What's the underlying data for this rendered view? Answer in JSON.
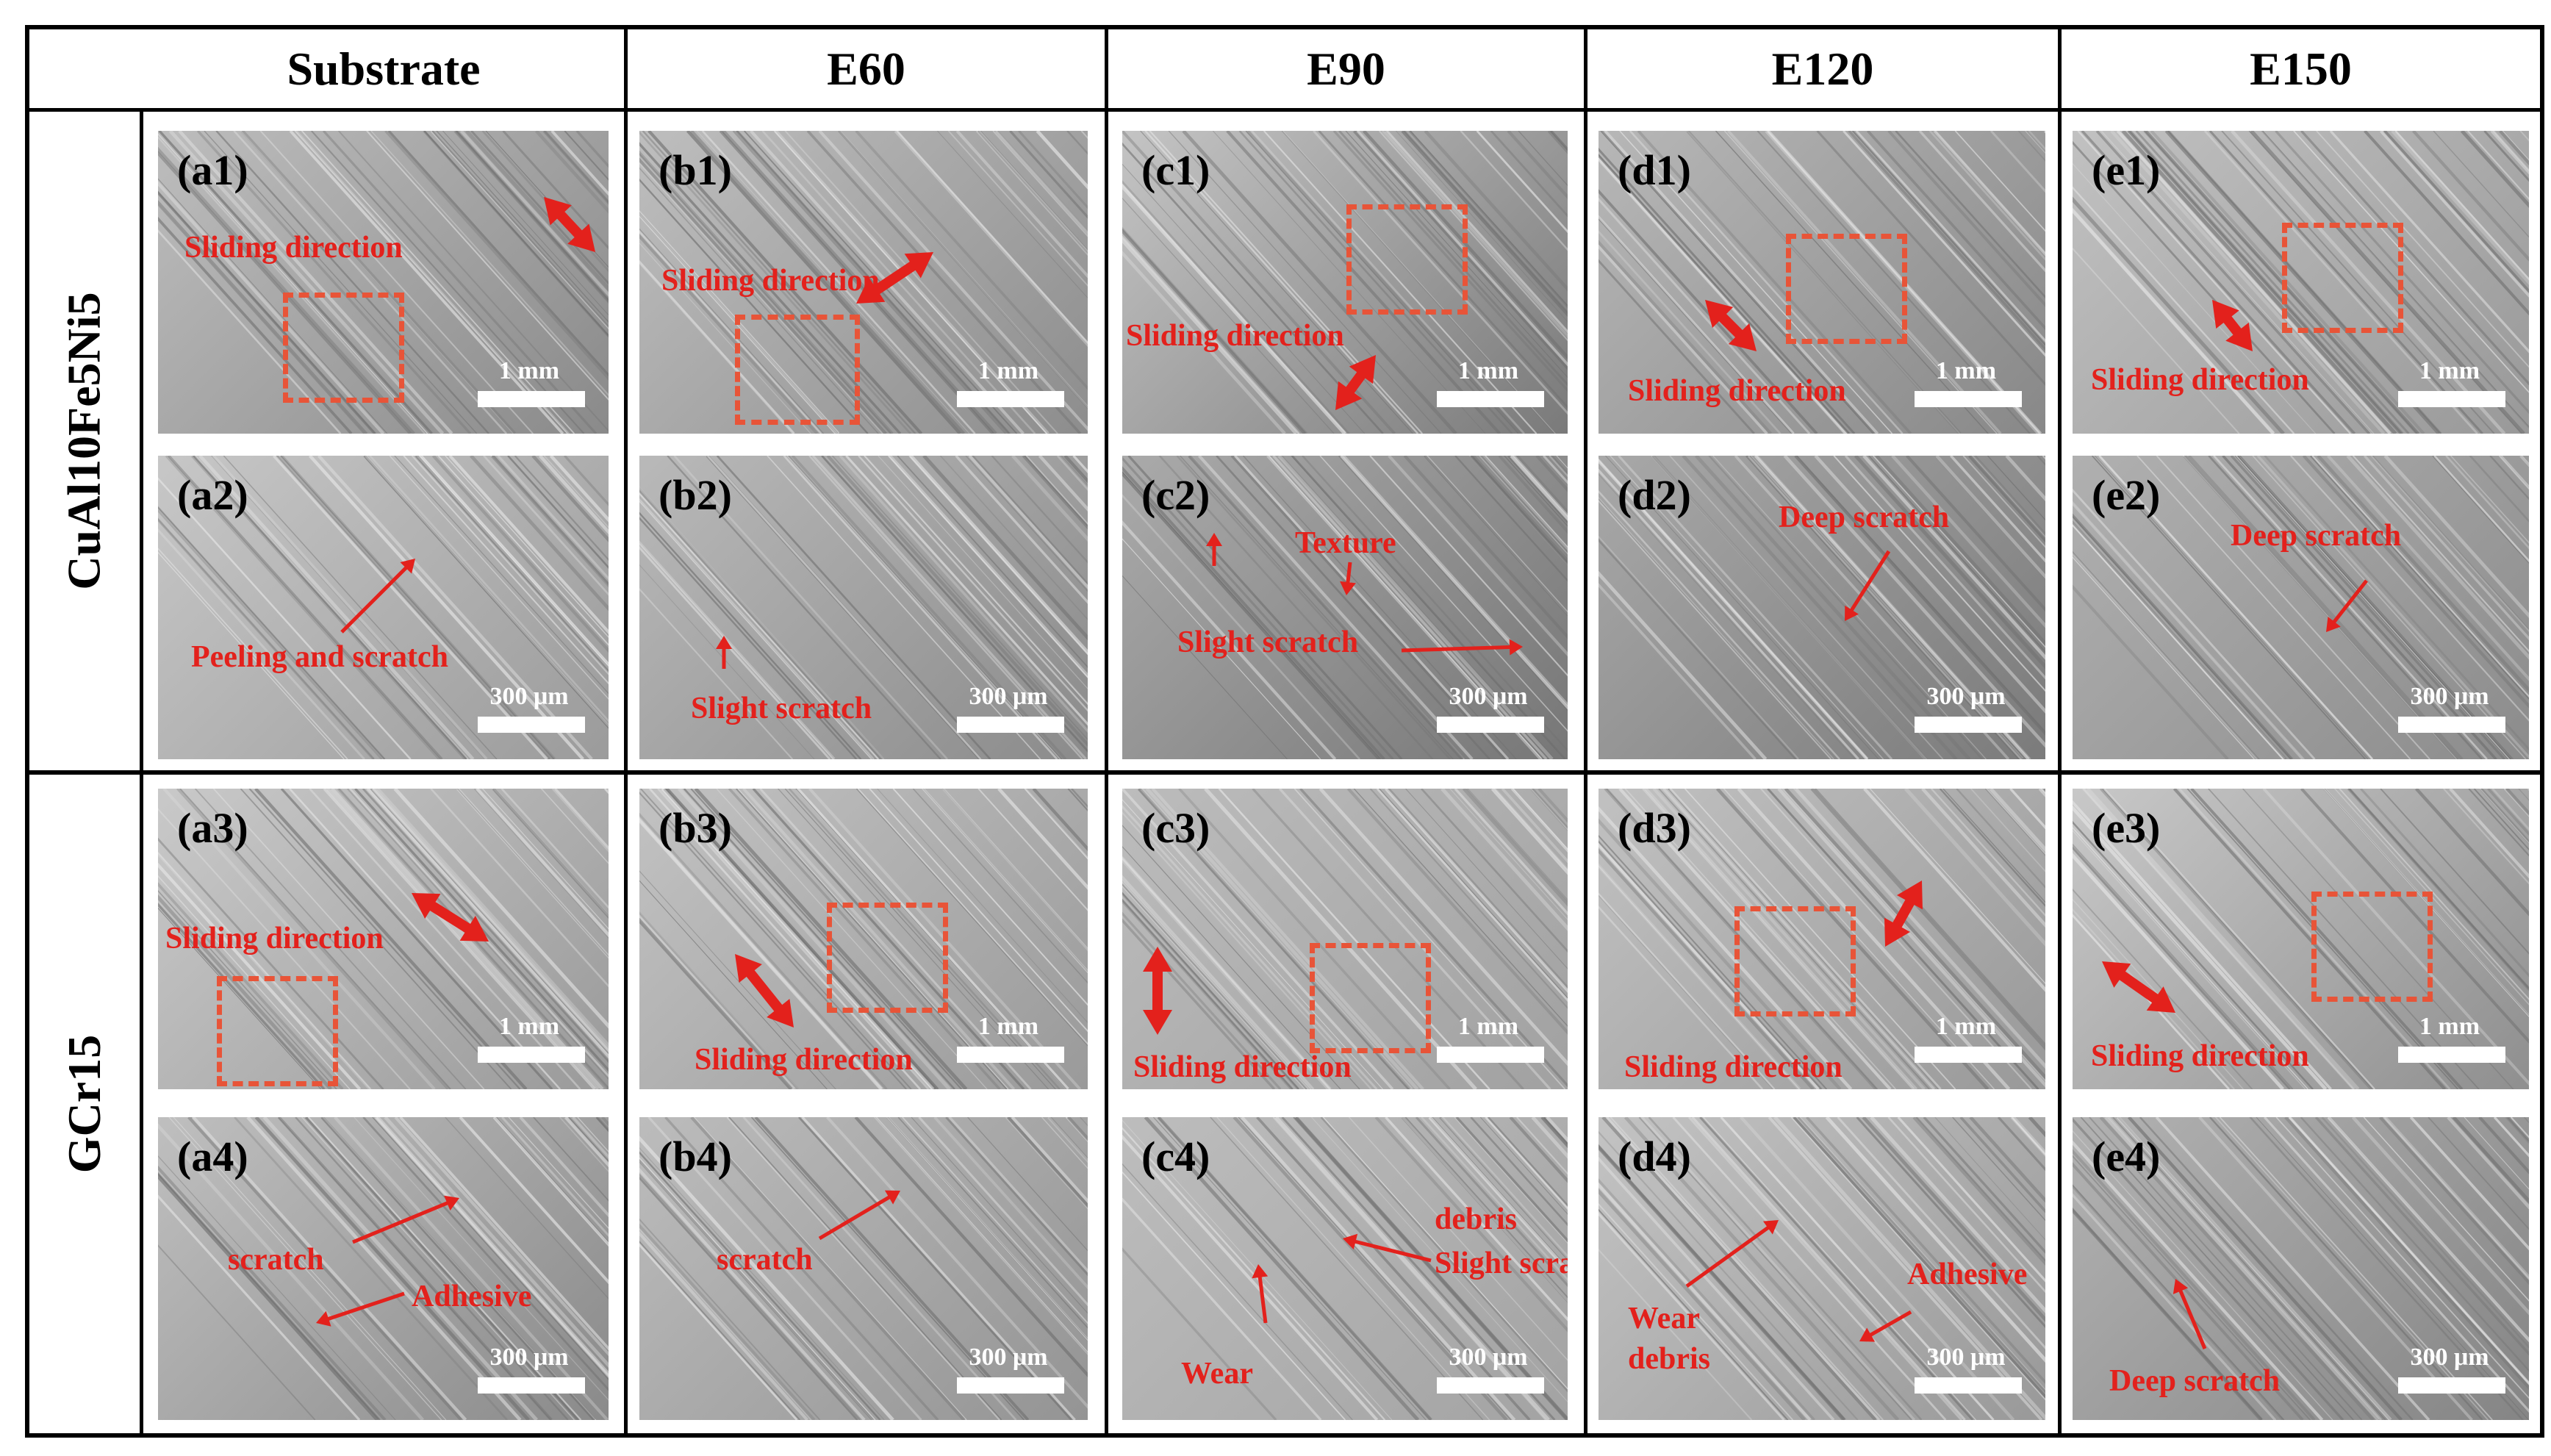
{
  "header": {
    "corner": "",
    "columns": [
      "Substrate",
      "E60",
      "E90",
      "E120",
      "E150"
    ]
  },
  "rows": [
    "CuAl10Fe5Ni5",
    "GCr15"
  ],
  "colors": {
    "annotation": "#e3211c",
    "dashed_box": "#e85438",
    "scale_bar": "#ffffff",
    "grid": "#000000"
  },
  "panels": {
    "a1": {
      "label": "(a1)",
      "scale": "1 mm",
      "annotations": [
        "Sliding direction"
      ]
    },
    "a2": {
      "label": "(a2)",
      "scale": "300 μm",
      "annotations": [
        "Peeling and  scratch"
      ]
    },
    "a3": {
      "label": "(a3)",
      "scale": "1 mm",
      "annotations": [
        "Sliding direction"
      ]
    },
    "a4": {
      "label": "(a4)",
      "scale": "300 μm",
      "annotations": [
        "scratch",
        "Adhesive"
      ]
    },
    "b1": {
      "label": "(b1)",
      "scale": "1 mm",
      "annotations": [
        "Sliding direction"
      ]
    },
    "b2": {
      "label": "(b2)",
      "scale": "300 μm",
      "annotations": [
        "Slight scratch"
      ]
    },
    "b3": {
      "label": "(b3)",
      "scale": "1 mm",
      "annotations": [
        "Sliding direction"
      ]
    },
    "b4": {
      "label": "(b4)",
      "scale": "300 μm",
      "annotations": [
        "scratch"
      ]
    },
    "c1": {
      "label": "(c1)",
      "scale": "1 mm",
      "annotations": [
        "Sliding direction"
      ]
    },
    "c2": {
      "label": "(c2)",
      "scale": "300 μm",
      "annotations": [
        "Texture",
        "Slight scratch"
      ]
    },
    "c3": {
      "label": "(c3)",
      "scale": "1 mm",
      "annotations": [
        "Sliding direction"
      ]
    },
    "c4": {
      "label": "(c4)",
      "scale": "300 μm",
      "annotations": [
        "Wear",
        "debris",
        "Slight scratch"
      ]
    },
    "d1": {
      "label": "(d1)",
      "scale": "1 mm",
      "annotations": [
        "Sliding direction"
      ]
    },
    "d2": {
      "label": "(d2)",
      "scale": "300 μm",
      "annotations": [
        "Deep scratch"
      ]
    },
    "d3": {
      "label": "(d3)",
      "scale": "1 mm",
      "annotations": [
        "Sliding direction"
      ]
    },
    "d4": {
      "label": "(d4)",
      "scale": "300 μm",
      "annotations": [
        "Wear",
        "debris",
        "Adhesive"
      ]
    },
    "e1": {
      "label": "(e1)",
      "scale": "1 mm",
      "annotations": [
        "Sliding direction"
      ]
    },
    "e2": {
      "label": "(e2)",
      "scale": "300 μm",
      "annotations": [
        "Deep scratch"
      ]
    },
    "e3": {
      "label": "(e3)",
      "scale": "1 mm",
      "annotations": [
        "Sliding direction"
      ]
    },
    "e4": {
      "label": "(e4)",
      "scale": "300 μm",
      "annotations": [
        "Deep scratch"
      ]
    }
  }
}
